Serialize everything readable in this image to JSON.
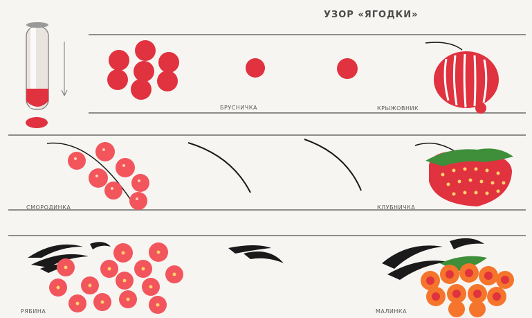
{
  "title": "УЗОР «ЯГОДКИ»",
  "labels": {
    "brusnichka": "БРУСНИЧКА",
    "kryzhovnik": "КРЫЖОВНИК",
    "smorodinka": "СМОРОДИНКА",
    "klubnichka": "КЛУБНИЧКА",
    "ryabina": "РЯБИНА",
    "malinka": "МАЛИНКА"
  },
  "colors": {
    "berry": "#e0323f",
    "berry_light": "#f26a6a",
    "leaf_green": "#3f8f3a",
    "stroke_black": "#1a1a1a",
    "rule": "#6b6b6b"
  }
}
